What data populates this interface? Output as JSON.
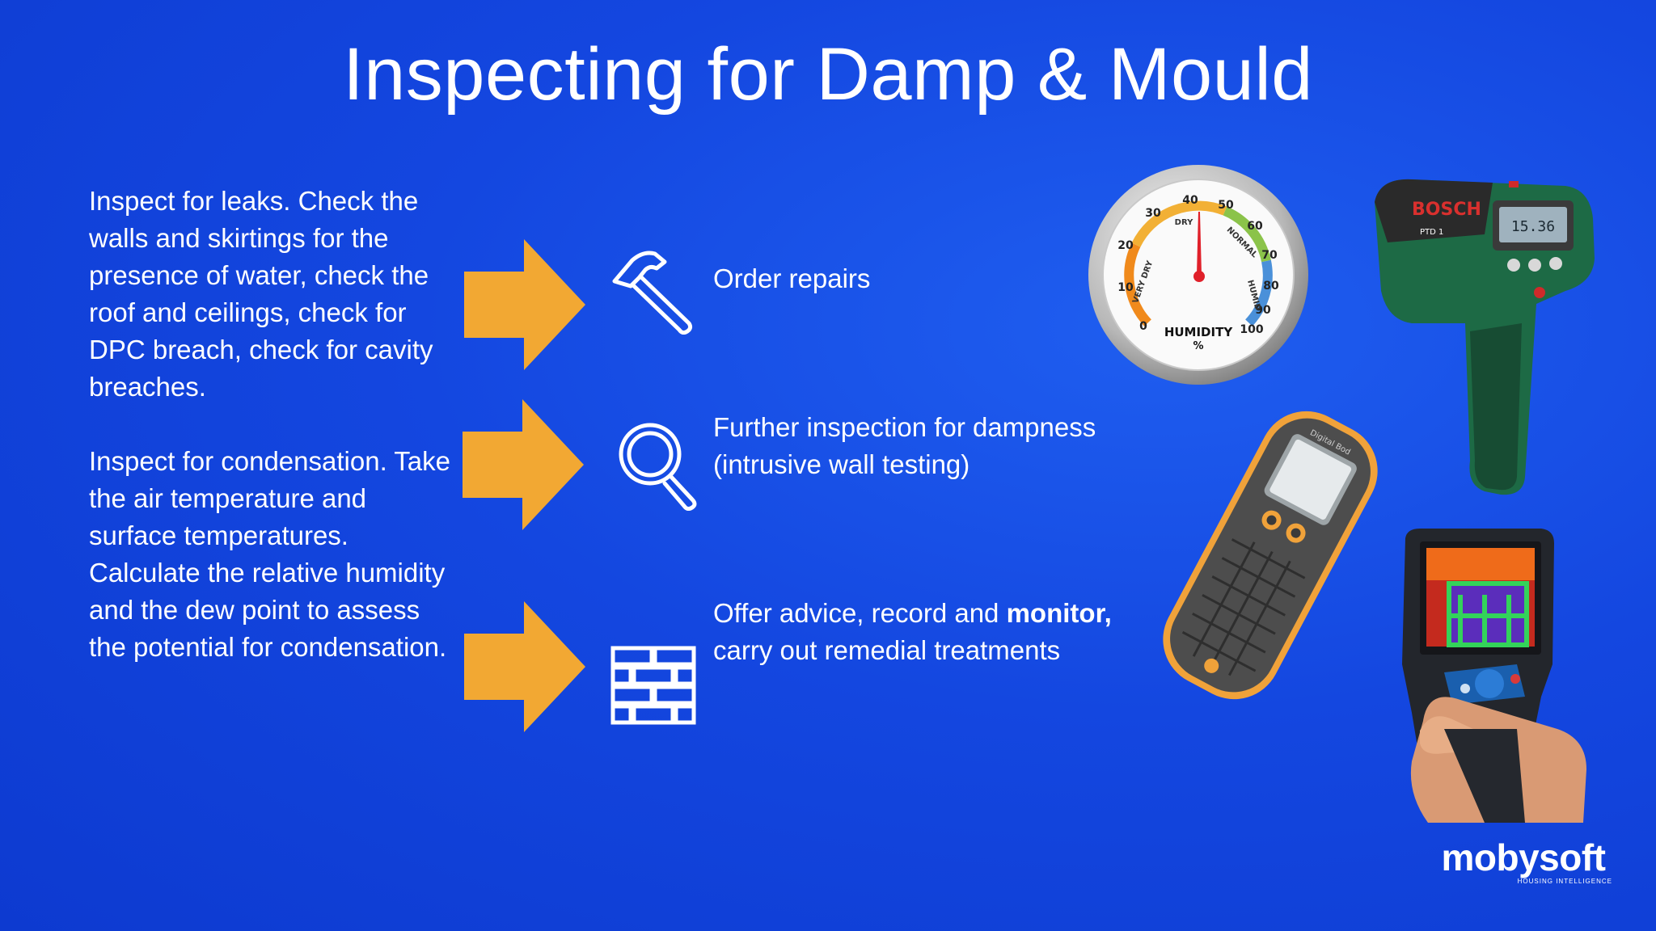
{
  "slide": {
    "title": "Inspecting for Damp & Mould",
    "paragraphs": {
      "leaks": "Inspect for leaks. Check the walls and skirtings for the presence of water, check the roof and ceilings, check for DPC breach, check for cavity breaches.",
      "condensation": "Inspect for condensation. Take the air temperature and surface temperatures. Calculate the relative humidity and the dew point to assess the potential for condensation."
    },
    "actions": {
      "repairs": "Order repairs",
      "inspection_line1": "Further inspection for dampness",
      "inspection_line2": "(intrusive wall  testing)",
      "advice_line1_start": "Offer advice, record and ",
      "advice_line1_bold": "monitor,",
      "advice_line2": "carry out remedial  treatments"
    },
    "icons": [
      "hammer-icon",
      "magnifier-icon",
      "brick-wall-icon"
    ],
    "hygrometer": {
      "ticks": [
        "0",
        "10",
        "20",
        "30",
        "40",
        "50",
        "60",
        "70",
        "80",
        "90",
        "100"
      ],
      "zones": [
        "VERY DRY",
        "DRY",
        "NORMAL",
        "HUMID"
      ],
      "label": "HUMIDITY",
      "unit": "%"
    },
    "thermo_detector": {
      "brand": "BOSCH",
      "model": "PTD 1",
      "display": "15.36"
    },
    "moisture_meter": {
      "brand": "Digital Bod"
    },
    "logo": {
      "name": "mobysoft",
      "tagline": "HOUSING INTELLIGENCE"
    },
    "colors": {
      "background": "#1447e0",
      "arrow": "#f2a833",
      "text": "#ffffff"
    }
  }
}
